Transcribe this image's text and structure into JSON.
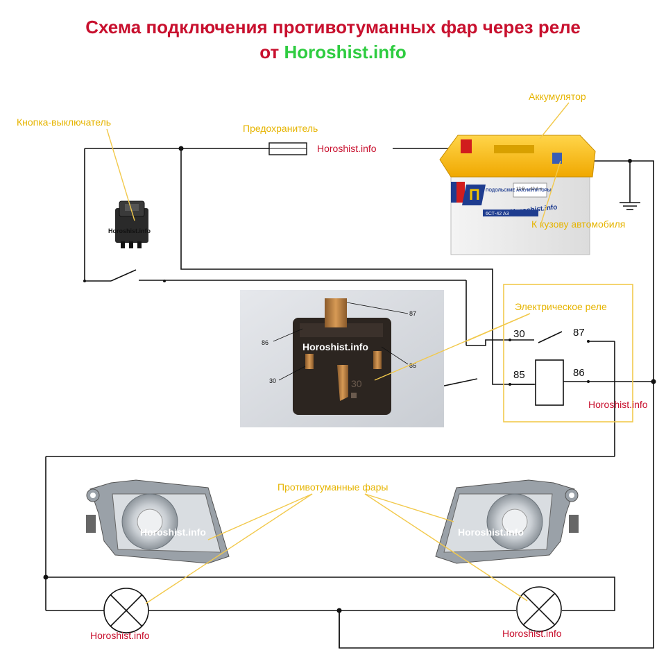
{
  "title": {
    "line1": "Схема подключения противотуманных фар через реле",
    "line2_prefix": "от ",
    "line2_site": "Horoshist.info"
  },
  "labels": {
    "switch": "Кнопка-выключатель",
    "fuse": "Предохранитель",
    "battery": "Аккумулятор",
    "ground": "К кузову автомобиля",
    "relay": "Электрическое реле",
    "foglights": "Противотуманные фары"
  },
  "relay_pins": {
    "p30": "30",
    "p87": "87",
    "p85": "85",
    "p86": "86"
  },
  "photo_pins": {
    "p87": "87",
    "p86": "86",
    "p85": "85",
    "p30": "30",
    "body": "30"
  },
  "battery": {
    "brand": "ПОДОЛЬСКИЕ АККУМУЛЯТОРЫ",
    "model": "6СТ-42 А3",
    "spec1": "12 В",
    "spec2": "42 А·ч"
  },
  "watermark": "Horoshist.info",
  "colors": {
    "title_red": "#c8102e",
    "site_green": "#2ecc40",
    "annotation_yellow": "#e6b400",
    "watermark_red": "#c8102e",
    "wire": "#111111"
  }
}
